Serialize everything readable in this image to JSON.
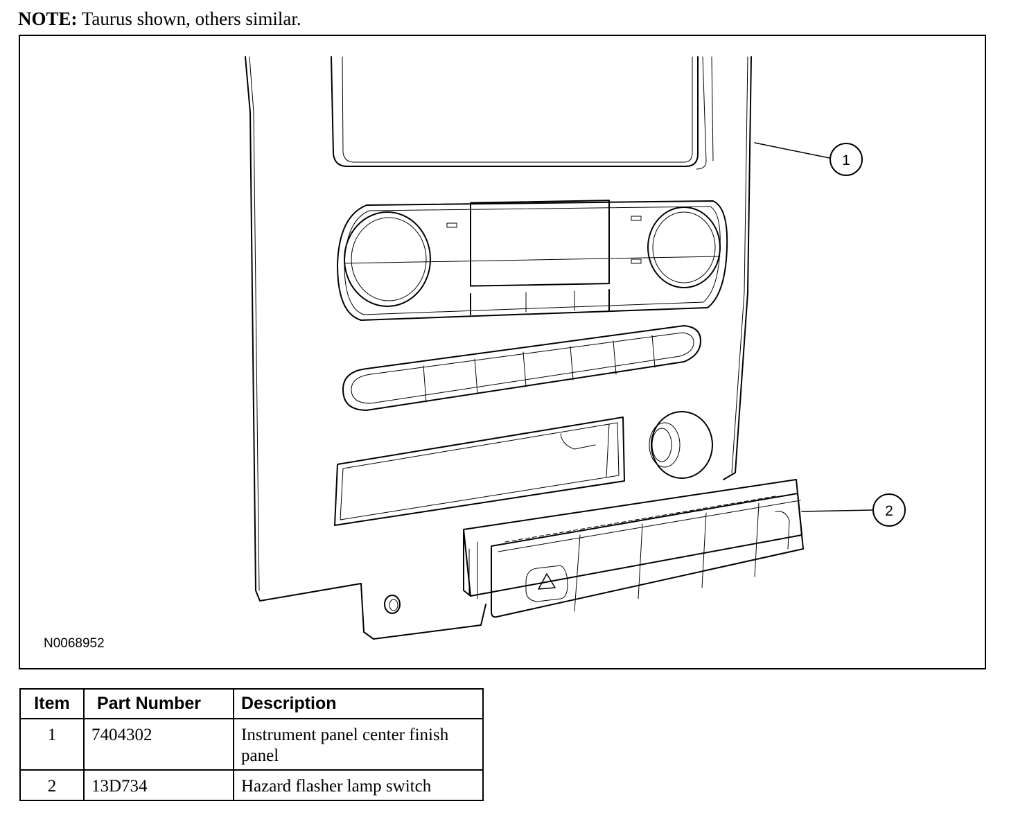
{
  "note": {
    "label": "NOTE:",
    "text": "Taurus shown, others similar."
  },
  "figure": {
    "id": "N0068952",
    "callouts": [
      {
        "number": "1"
      },
      {
        "number": "2"
      }
    ]
  },
  "table": {
    "headers": {
      "item": "Item",
      "part_number": "Part Number",
      "description": "Description"
    },
    "rows": [
      {
        "item": "1",
        "part_number": "7404302",
        "description": "Instrument panel center finish panel"
      },
      {
        "item": "2",
        "part_number": "13D734",
        "description": "Hazard flasher lamp switch"
      }
    ]
  }
}
